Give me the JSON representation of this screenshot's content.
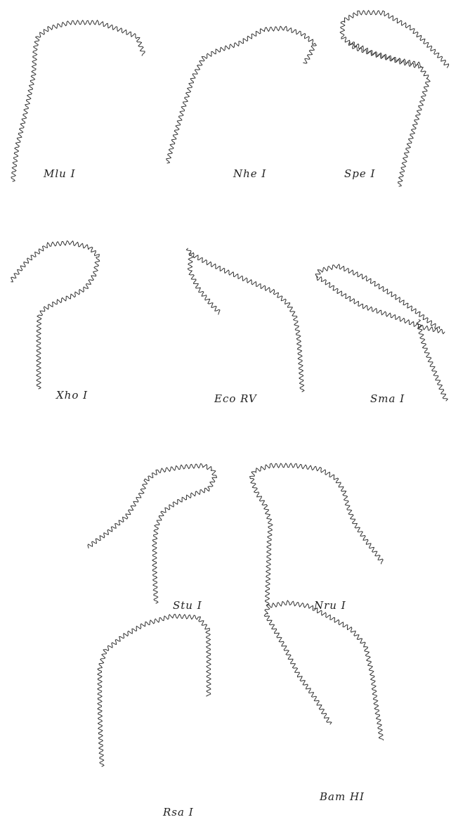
{
  "figure": {
    "stroke_color": "#333333",
    "background": "#ffffff",
    "panels": [
      {
        "label": "Mlu I"
      },
      {
        "label": "Nhe I"
      },
      {
        "label": "Spe I"
      },
      {
        "label": "Xho I"
      },
      {
        "label": "Eco RV"
      },
      {
        "label": "Sma I"
      },
      {
        "label": "Stu I"
      },
      {
        "label": "Nru I"
      },
      {
        "label": "Rsa I"
      },
      {
        "label": "Bam HI"
      }
    ]
  }
}
